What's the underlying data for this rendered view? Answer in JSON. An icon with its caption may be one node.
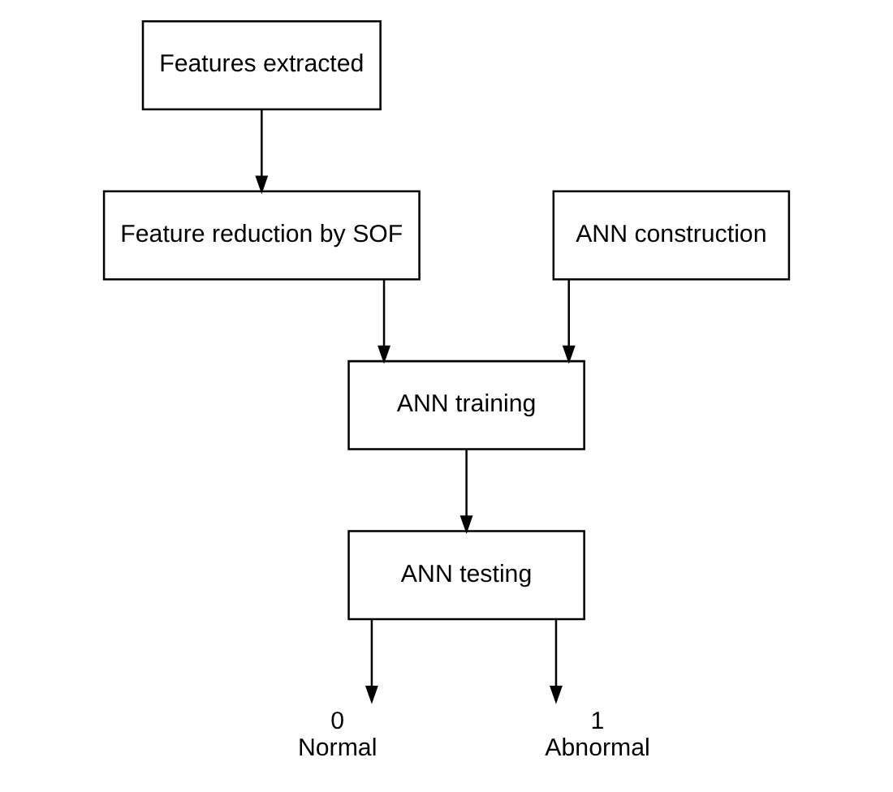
{
  "diagram": {
    "nodes": [
      {
        "text": [
          "Features extracted"
        ]
      },
      {
        "text": [
          "Feature reduction by SOF"
        ]
      },
      {
        "text": [
          "ANN construction"
        ]
      },
      {
        "text": [
          "ANN training"
        ]
      },
      {
        "text": [
          "ANN testing"
        ]
      },
      {
        "text": [
          "0",
          "Normal"
        ]
      },
      {
        "text": [
          "1",
          "Abnormal"
        ]
      }
    ],
    "edges": [
      {
        "from": 0,
        "to": 1,
        "arrow": "to"
      },
      {
        "from": 1,
        "to": 3,
        "arrow": "to"
      },
      {
        "from": 2,
        "to": 3,
        "arrow": "to"
      },
      {
        "from": 3,
        "to": 4,
        "arrow": "to"
      },
      {
        "from": 4,
        "to": 5,
        "arrow": "to"
      },
      {
        "from": 4,
        "to": 6,
        "arrow": "to"
      }
    ]
  }
}
